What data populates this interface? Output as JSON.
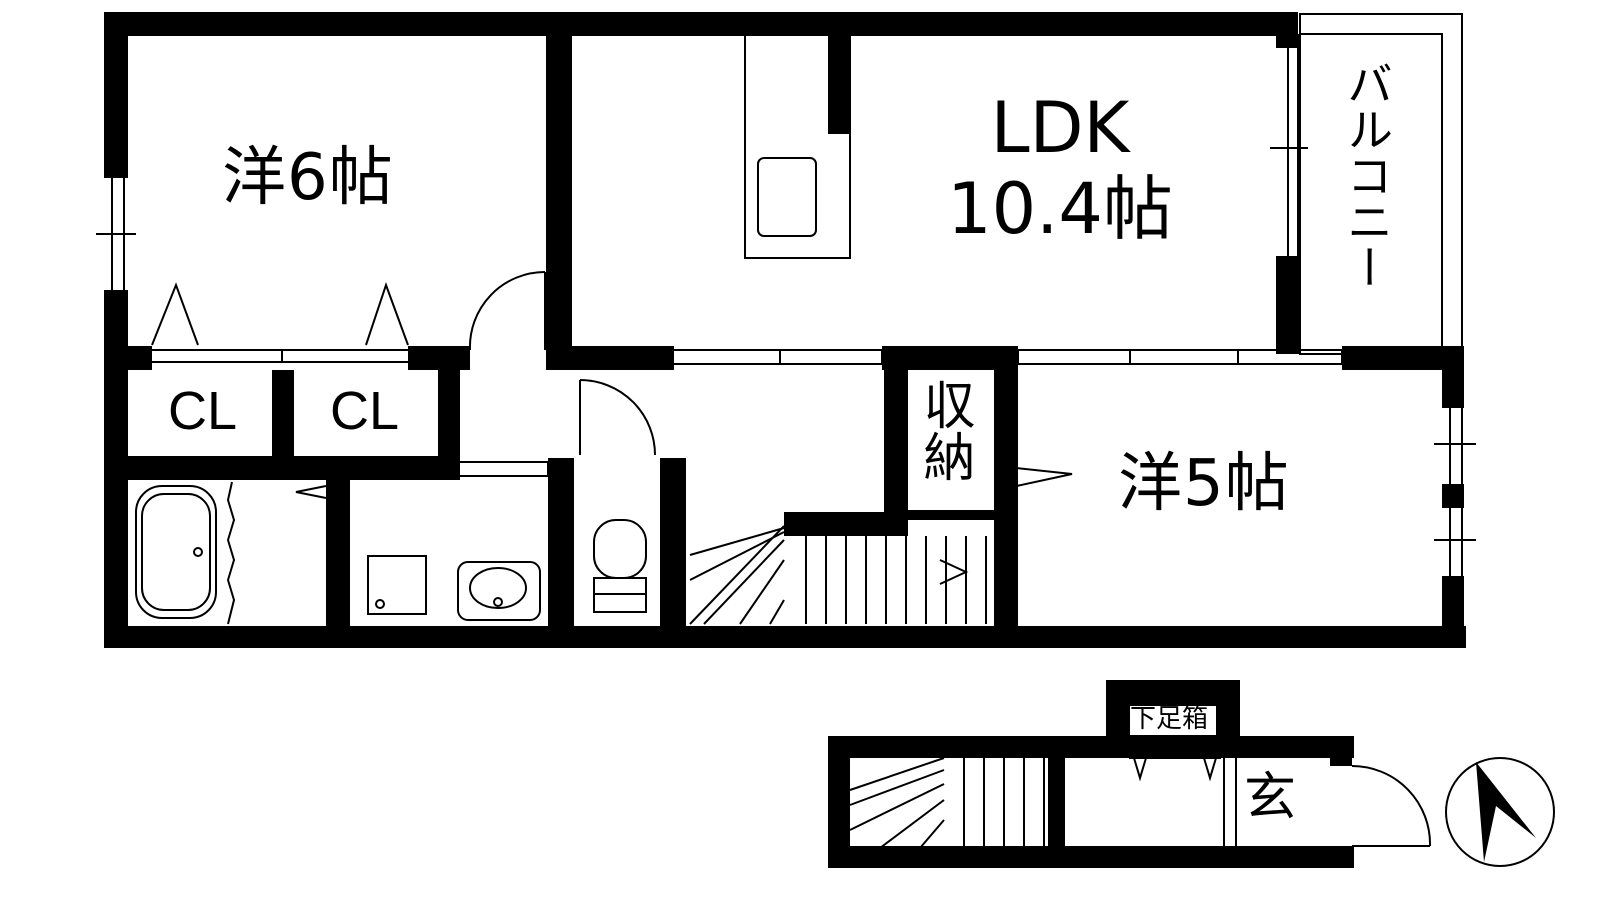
{
  "rooms": {
    "western_a": "洋6帖",
    "ldk_name": "LDK",
    "ldk_size": "10.4帖",
    "balcony": "バルコニー",
    "closet_1": "CL",
    "closet_2": "CL",
    "storage": "収納",
    "western_b": "洋5帖",
    "shoe_cabinet": "下足箱",
    "entrance": "玄"
  },
  "colors": {
    "wall": "#000000",
    "fixture": "#000000",
    "background": "#ffffff"
  },
  "icons": {
    "compass": "north-arrow-icon"
  }
}
